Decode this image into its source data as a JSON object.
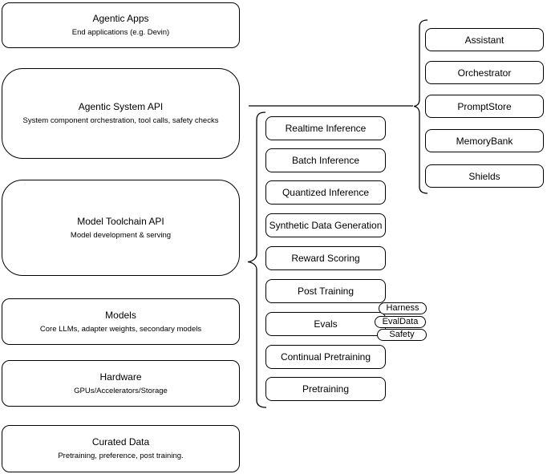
{
  "diagram": {
    "background_color": "#ffffff",
    "stroke_color": "#000000",
    "text_color": "#000000"
  },
  "left_column": {
    "items": [
      {
        "title": "Agentic Apps",
        "subtitle": "End applications (e.g. Devin)"
      },
      {
        "title": "Agentic System API",
        "subtitle": "System component orchestration, tool calls, safety checks"
      },
      {
        "title": "Model Toolchain API",
        "subtitle": "Model development & serving"
      },
      {
        "title": "Models",
        "subtitle": "Core LLMs, adapter weights, secondary models"
      },
      {
        "title": "Hardware",
        "subtitle": "GPUs/Accelerators/Storage"
      },
      {
        "title": "Curated Data",
        "subtitle": "Pretraining, preference, post training."
      }
    ]
  },
  "toolchain_components": {
    "items": [
      {
        "label": "Realtime Inference"
      },
      {
        "label": "Batch Inference"
      },
      {
        "label": "Quantized Inference"
      },
      {
        "label": "Synthetic Data Generation"
      },
      {
        "label": "Reward Scoring"
      },
      {
        "label": "Post Training"
      },
      {
        "label": "Evals"
      },
      {
        "label": "Continual Pretraining"
      },
      {
        "label": "Pretraining"
      }
    ]
  },
  "eval_tags": {
    "items": [
      {
        "label": "Harness"
      },
      {
        "label": "EvalData"
      },
      {
        "label": "Safety"
      }
    ]
  },
  "system_components": {
    "items": [
      {
        "label": "Assistant"
      },
      {
        "label": "Orchestrator"
      },
      {
        "label": "PromptStore"
      },
      {
        "label": "MemoryBank"
      },
      {
        "label": "Shields"
      }
    ]
  }
}
